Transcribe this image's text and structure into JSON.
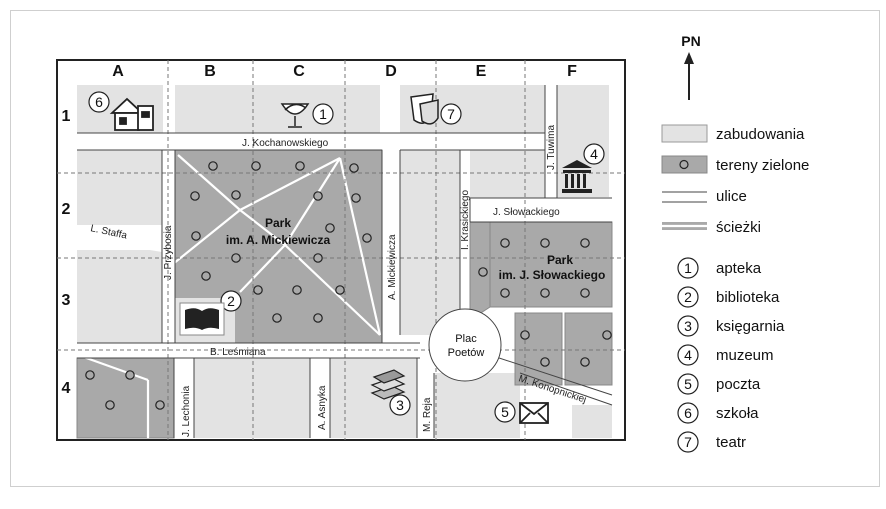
{
  "compass": {
    "label": "PN"
  },
  "grid": {
    "columns": [
      "A",
      "B",
      "C",
      "D",
      "E",
      "F"
    ],
    "rows": [
      "1",
      "2",
      "3",
      "4"
    ]
  },
  "streets": {
    "kochanowskiego": "J. Kochanowskiego",
    "staffa": "L. Staffa",
    "przybosia": "J. Przybosia",
    "mickiewicza": "A. Mickiewicza",
    "krasickiego": "I. Krasickiego",
    "tuwima": "J. Tuwima",
    "slowackiego": "J. Słowackiego",
    "lesmiana": "B. Leśmiana",
    "lechonia": "J. Lechonia",
    "asnyka": "A. Asnyka",
    "reja": "M. Reja",
    "konopnickiej": "M. Konopnickiej"
  },
  "parks": {
    "mickiewicza": {
      "line1": "Park",
      "line2": "im. A. Mickiewicza"
    },
    "slowackiego": {
      "line1": "Park",
      "line2": "im. J. Słowackiego"
    }
  },
  "square": {
    "line1": "Plac",
    "line2": "Poetów"
  },
  "places": {
    "apteka": "1",
    "biblioteka": "2",
    "ksiegarnia": "3",
    "muzeum": "4",
    "poczta": "5",
    "szkola": "6",
    "teatr": "7"
  },
  "legend": {
    "areas": [
      {
        "label": "zabudowania",
        "color": "#e3e3e3"
      },
      {
        "label": "tereny zielone",
        "color": "#a9a9a9"
      },
      {
        "label": "ulice"
      },
      {
        "label": "ścieżki"
      }
    ],
    "places": [
      {
        "num": "1",
        "label": "apteka"
      },
      {
        "num": "2",
        "label": "biblioteka"
      },
      {
        "num": "3",
        "label": "księgarnia"
      },
      {
        "num": "4",
        "label": "muzeum"
      },
      {
        "num": "5",
        "label": "poczta"
      },
      {
        "num": "6",
        "label": "szkoła"
      },
      {
        "num": "7",
        "label": "teatr"
      }
    ]
  },
  "colors": {
    "built": "#e3e3e3",
    "green": "#a9a9a9",
    "border": "#222222"
  }
}
